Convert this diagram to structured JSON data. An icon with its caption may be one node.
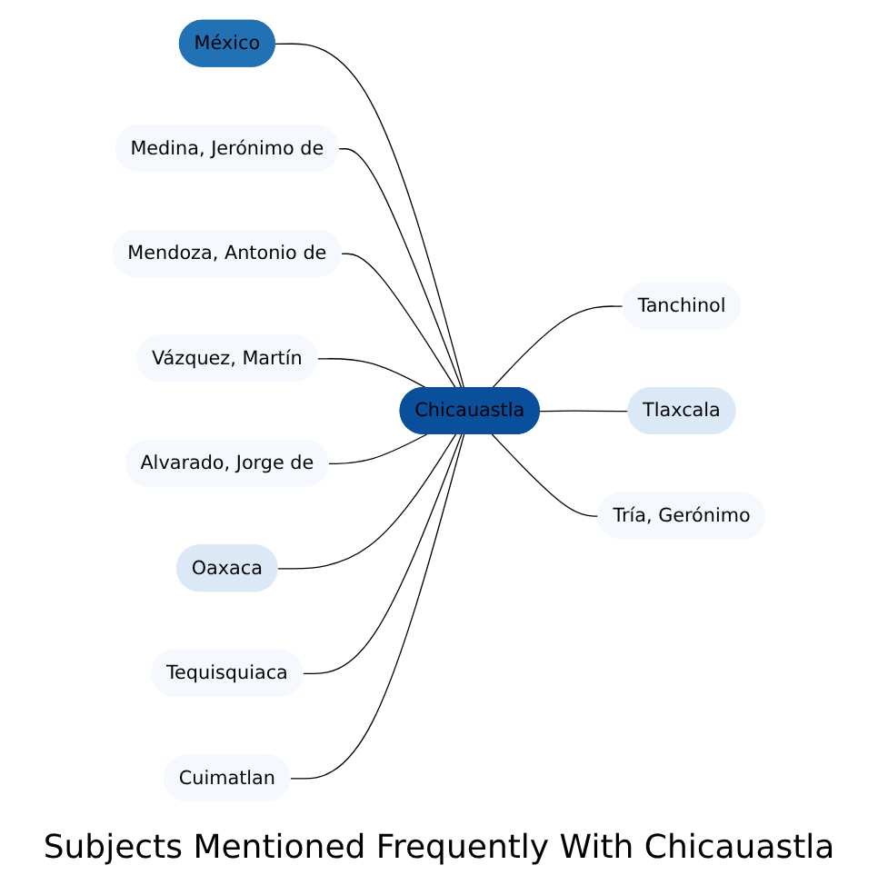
{
  "diagram": {
    "title": "Subjects Mentioned Frequently With Chicauastla",
    "nodes": [
      {
        "text": [
          "Chicauastla"
        ]
      },
      {
        "text": [
          "México"
        ]
      },
      {
        "text": [
          "Medina, Jerónimo de"
        ]
      },
      {
        "text": [
          "Mendoza, Antonio de"
        ]
      },
      {
        "text": [
          "Vázquez, Martín"
        ]
      },
      {
        "text": [
          "Alvarado, Jorge de"
        ]
      },
      {
        "text": [
          "Oaxaca"
        ]
      },
      {
        "text": [
          "Tanchinol"
        ]
      },
      {
        "text": [
          "Tequisquiaca"
        ]
      },
      {
        "text": [
          "Tlaxcala"
        ]
      },
      {
        "text": [
          "Cuimatlan"
        ]
      },
      {
        "text": [
          "Tría, Gerónimo"
        ]
      }
    ],
    "edges": [
      {
        "from": 1,
        "to": 0,
        "arrow": "none"
      },
      {
        "from": 2,
        "to": 0,
        "arrow": "none"
      },
      {
        "from": 3,
        "to": 0,
        "arrow": "none"
      },
      {
        "from": 4,
        "to": 0,
        "arrow": "none"
      },
      {
        "from": 5,
        "to": 0,
        "arrow": "none"
      },
      {
        "from": 6,
        "to": 0,
        "arrow": "none"
      },
      {
        "from": 0,
        "to": 7,
        "arrow": "none"
      },
      {
        "from": 8,
        "to": 0,
        "arrow": "none"
      },
      {
        "from": 0,
        "to": 9,
        "arrow": "none"
      },
      {
        "from": 10,
        "to": 0,
        "arrow": "none"
      },
      {
        "from": 0,
        "to": 11,
        "arrow": "none"
      }
    ]
  }
}
